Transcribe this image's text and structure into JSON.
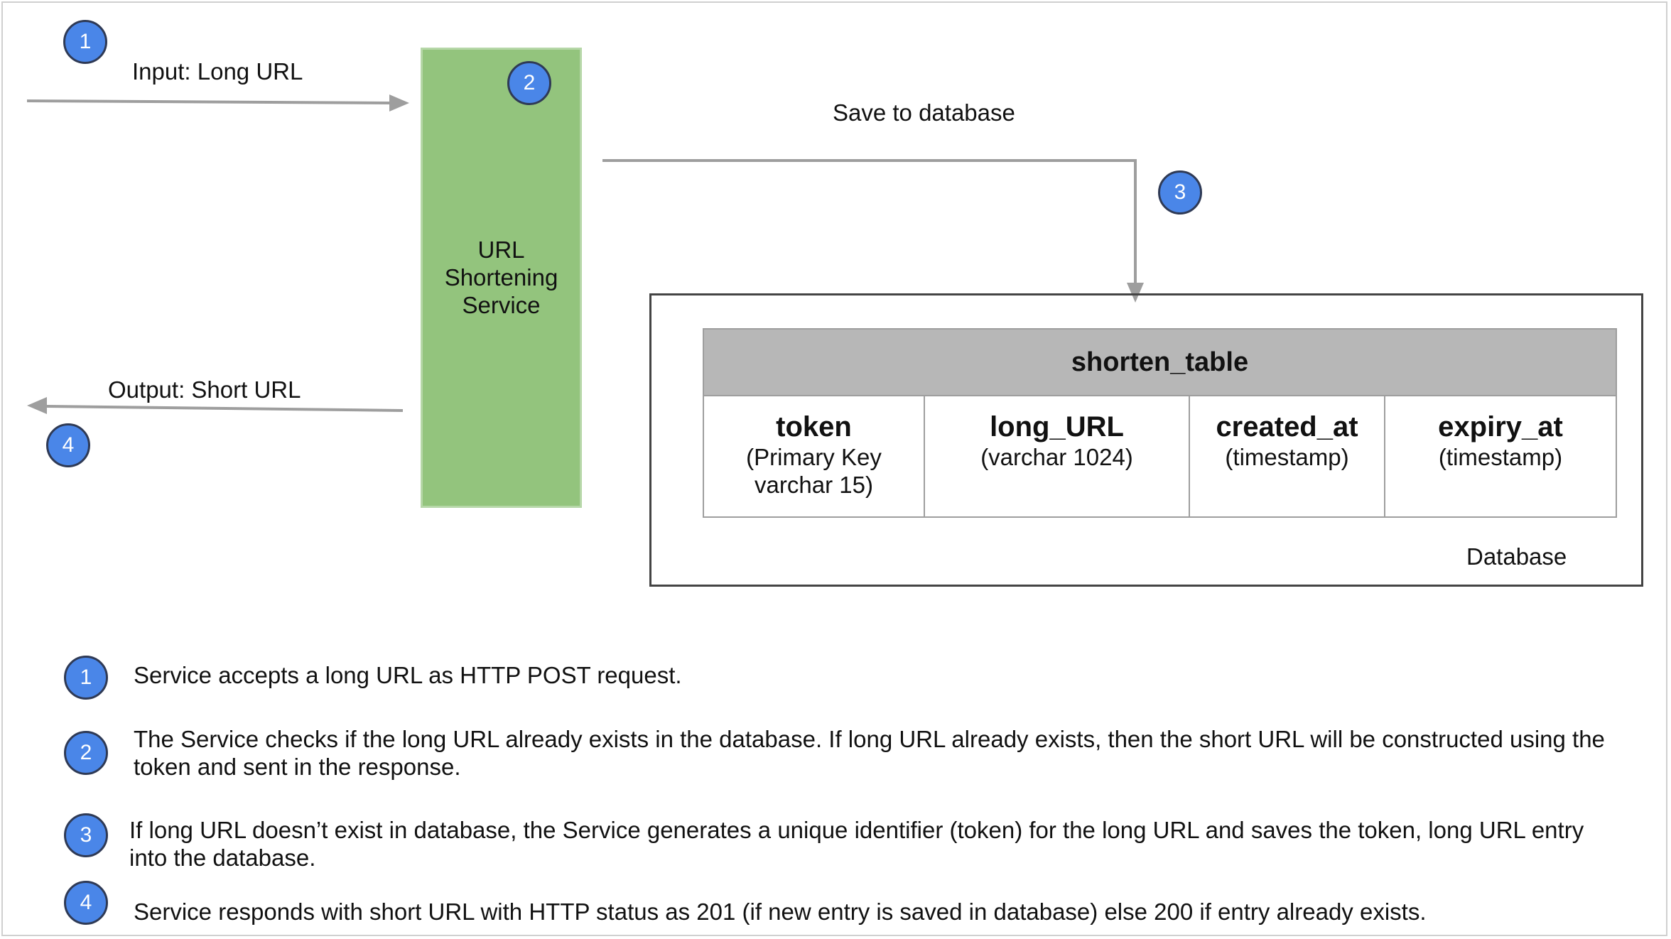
{
  "badges": {
    "b1": "1",
    "b2": "2",
    "b3": "3",
    "b4": "4"
  },
  "flow": {
    "input_label": "Input: Long URL",
    "output_label": "Output: Short URL",
    "save_label": "Save to database"
  },
  "service": {
    "line1": "URL",
    "line2": "Shortening",
    "line3": "Service"
  },
  "database": {
    "label": "Database",
    "table_name": "shorten_table",
    "columns": [
      {
        "name": "token",
        "type_line1": "(Primary Key",
        "type_line2": "varchar 15)"
      },
      {
        "name": "long_URL",
        "type_line1": "(varchar 1024)"
      },
      {
        "name": "created_at",
        "type_line1": "(timestamp)"
      },
      {
        "name": "expiry_at",
        "type_line1": "(timestamp)"
      }
    ]
  },
  "steps": [
    {
      "num": "1",
      "line1": "Service accepts a long URL as HTTP POST request."
    },
    {
      "num": "2",
      "line1": "The Service checks if the long URL already exists in the database. If long URL already exists, then the short URL will be constructed using the",
      "line2": "token and sent in the response."
    },
    {
      "num": "3",
      "line1": "If long URL doesn’t exist in database, the Service generates a unique identifier (token) for the long URL and saves the token, long URL entry",
      "line2": "into the database."
    },
    {
      "num": "4",
      "line1": "Service responds with short URL with HTTP status as 201 (if new entry is saved in database) else 200 if entry already exists."
    }
  ],
  "colors": {
    "badge": "#4a86e8",
    "service": "#93c47d",
    "table_header": "#b7b7b7",
    "arrow": "#9e9e9e"
  }
}
